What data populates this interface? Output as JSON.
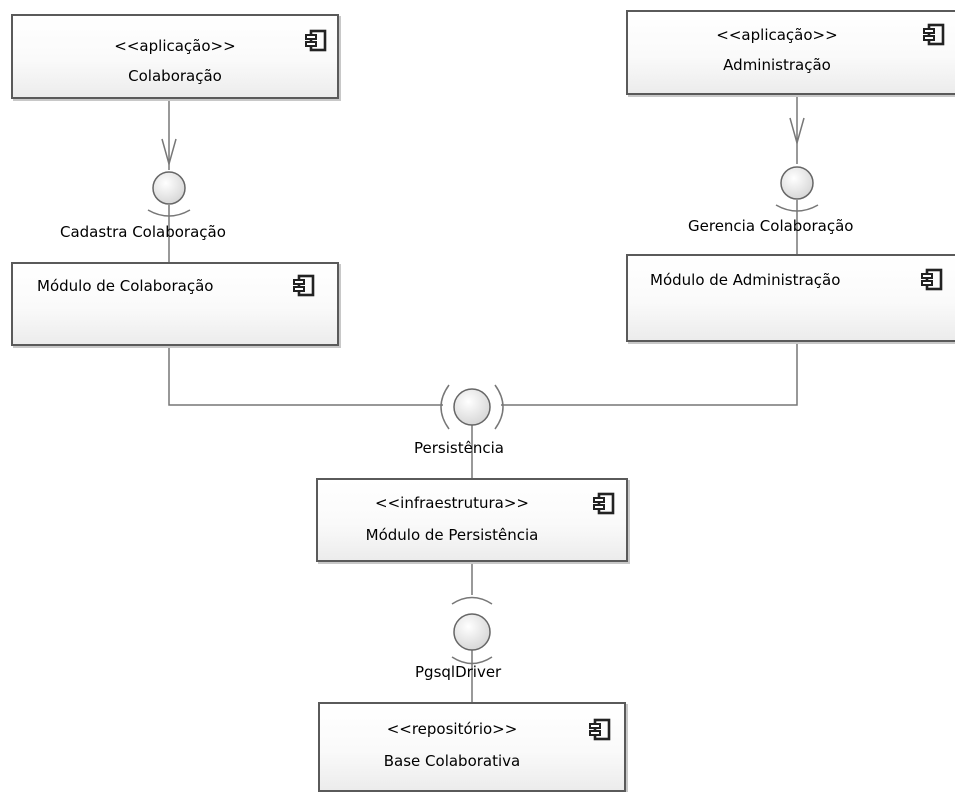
{
  "components": {
    "colaboracao_app": {
      "stereotype": "<<aplicação>>",
      "name": "Colaboração"
    },
    "administracao_app": {
      "stereotype": "<<aplicação>>",
      "name": "Administração"
    },
    "modulo_colaboracao": {
      "name": "Módulo de Colaboração"
    },
    "modulo_administracao": {
      "name": "Módulo de Administração"
    },
    "modulo_persistencia": {
      "stereotype": "<<infraestrutura>>",
      "name": "Módulo de Persistência"
    },
    "base_colaborativa": {
      "stereotype": "<<repositório>>",
      "name": "Base Colaborativa"
    }
  },
  "interfaces": {
    "cadastra_colaboracao": "Cadastra Colaboração",
    "gerencia_colaboracao": "Gerencia Colaboração",
    "persistencia": "Persistência",
    "pgsql_driver": "PgsqlDriver"
  },
  "icons": {
    "component": "uml-component-icon",
    "interface": "lollipop-interface-icon",
    "required": "socket-icon"
  },
  "colors": {
    "border": "#5a5a5a",
    "line": "#777777",
    "circle_fill": "#eeeeee"
  }
}
